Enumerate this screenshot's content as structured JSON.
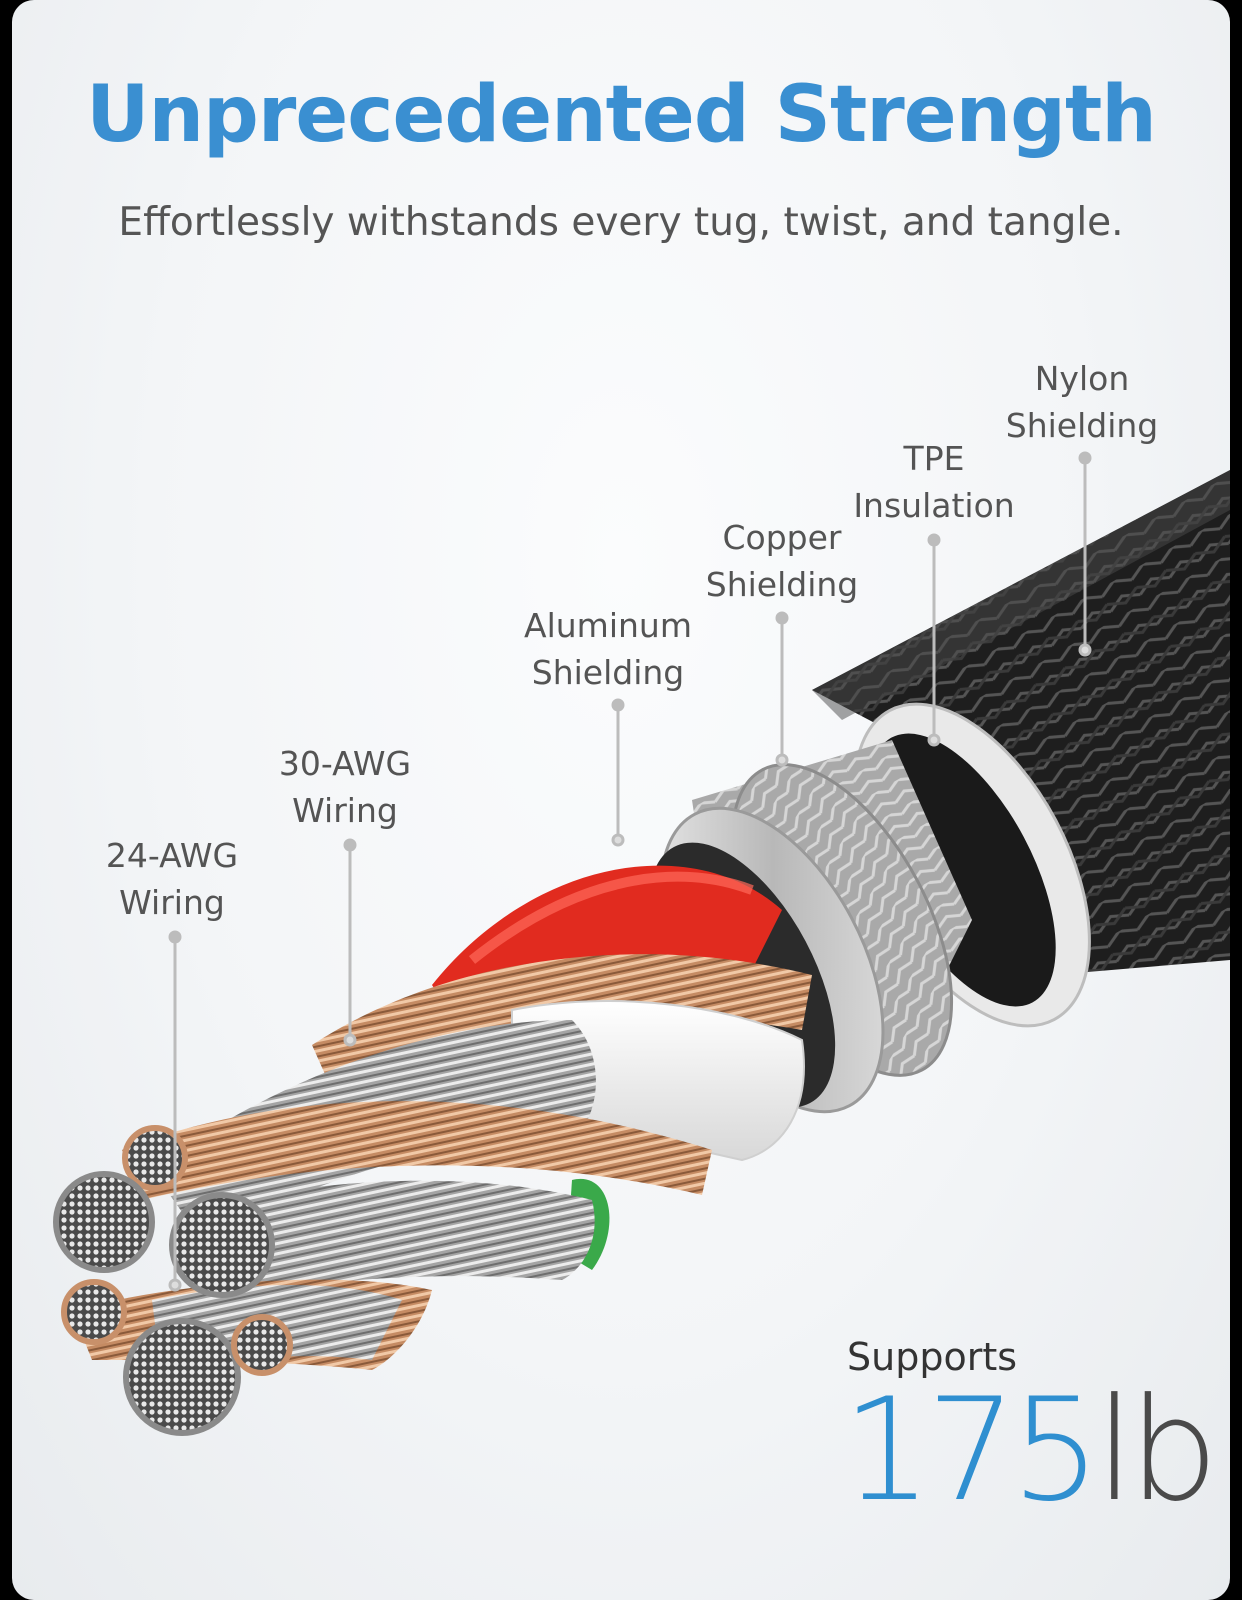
{
  "headline": "Unprecedented Strength",
  "subheadline": "Effortlessly withstands every tug, twist, and tangle.",
  "labels": [
    {
      "line1": "Nylon",
      "line2": "Shielding"
    },
    {
      "line1": "TPE",
      "line2": "Insulation"
    },
    {
      "line1": "Copper",
      "line2": "Shielding"
    },
    {
      "line1": "Aluminum",
      "line2": "Shielding"
    },
    {
      "line1": "30-AWG",
      "line2": "Wiring"
    },
    {
      "line1": "24-AWG",
      "line2": "Wiring"
    }
  ],
  "strength": {
    "prefix": "Supports",
    "value": "175",
    "unit": "lb"
  },
  "colors": {
    "accent": "#3a8fd1",
    "text": "#555555",
    "cable_red": "#e12b1f",
    "copper": "#c8906a",
    "nylon": "#1c1c1c"
  }
}
